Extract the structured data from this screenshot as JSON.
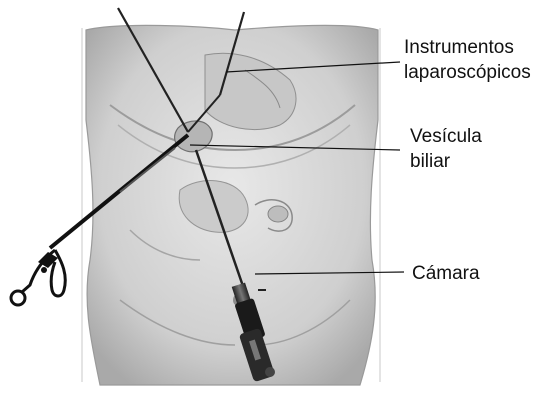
{
  "labels": {
    "instrumentos": {
      "line1": "Instrumentos",
      "line2": "laparoscópicos"
    },
    "vesicula": {
      "line1": "Vesícula",
      "line2": "biliar"
    },
    "camara": {
      "line1": "Cámara"
    }
  },
  "colors": {
    "background": "#ffffff",
    "line": "#111111",
    "body": "#d6d6d6"
  }
}
